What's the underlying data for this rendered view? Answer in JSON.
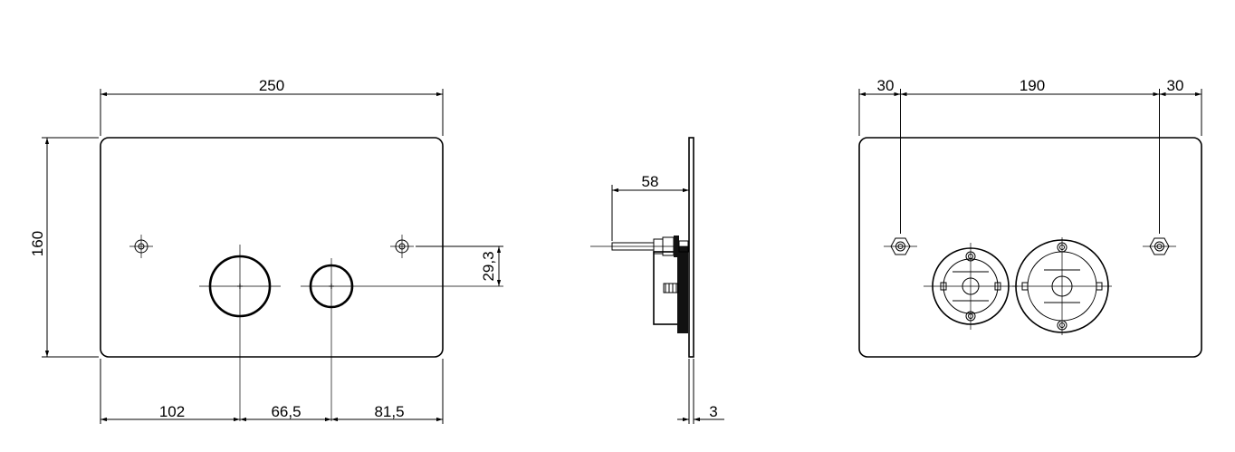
{
  "front_view": {
    "width_dim": "250",
    "height_dim": "160",
    "offset_dim": "29,3",
    "bottom_dims": [
      "102",
      "66,5",
      "81,5"
    ]
  },
  "side_view": {
    "depth_dim": "58",
    "thickness_dim": "3"
  },
  "rear_view": {
    "top_dims": [
      "30",
      "190",
      "30"
    ]
  },
  "colors": {
    "line": "#000000",
    "background": "#ffffff"
  }
}
